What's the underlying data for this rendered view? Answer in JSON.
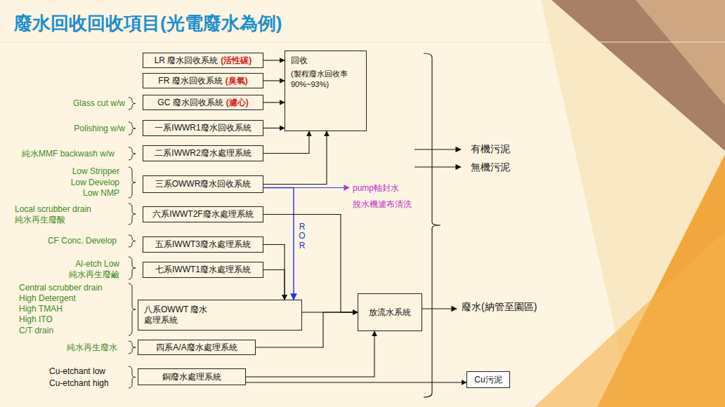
{
  "diagram": {
    "title": "廢水回收回收項目(光電廢水為例)",
    "nodes": [
      {
        "text": [
          "LR 廢水回收系統",
          "(活性碳)"
        ]
      },
      {
        "text": [
          "FR 廢水回收系統",
          "(臭氧)"
        ]
      },
      {
        "text": [
          "GC 廢水回收系統",
          "(濾心)"
        ]
      },
      {
        "text": [
          "一系IWWR1廢水回收系統"
        ]
      },
      {
        "text": [
          "二系IWWR2廢水處理系統"
        ]
      },
      {
        "text": [
          "三系OWWR廢水回收系統"
        ]
      },
      {
        "text": [
          "六系IWWT2F廢水處理系統"
        ]
      },
      {
        "text": [
          "五系IWWT3廢水處理系統"
        ]
      },
      {
        "text": [
          "七系IWWT1廢水處理系統"
        ]
      },
      {
        "text": [
          "八系OWWT 廢水處理系統"
        ]
      },
      {
        "text": [
          "四系A/A廢水處理系統"
        ]
      },
      {
        "text": [
          "銅廢水處理系統"
        ]
      },
      {
        "text": [
          "回收",
          "(製程廢水回收率 90%~93%)"
        ]
      },
      {
        "text": [
          "放流水系統"
        ]
      },
      {
        "text": [
          "Cu污泥"
        ]
      }
    ],
    "edges": [
      {
        "from": 0,
        "to": 12,
        "arrow": "to"
      },
      {
        "from": 1,
        "to": 12,
        "arrow": "to"
      },
      {
        "from": 2,
        "to": 12,
        "arrow": "to"
      },
      {
        "from": 3,
        "to": 12,
        "arrow": "to"
      },
      {
        "from": 4,
        "to": 12,
        "arrow": "to"
      },
      {
        "from": 5,
        "to": 12,
        "arrow": "to"
      },
      {
        "from": 5,
        "to": 9,
        "label": "ROR",
        "arrow": "to"
      },
      {
        "from": 7,
        "to": 9,
        "arrow": "to"
      },
      {
        "from": 8,
        "to": 9,
        "arrow": "to"
      },
      {
        "from": 6,
        "to": 13,
        "arrow": "to"
      },
      {
        "from": 9,
        "to": 13,
        "arrow": "to"
      },
      {
        "from": 10,
        "to": 13,
        "arrow": "to"
      },
      {
        "from": 11,
        "to": 13,
        "arrow": "to"
      },
      {
        "from": 11,
        "to": 14,
        "arrow": "to"
      }
    ],
    "labels": [
      "Glass cut w/w",
      "Polishing w/w",
      "純水MMF backwash w/w",
      "Low Stripper",
      "Low Develop",
      "Low NMP",
      "Local scrubber drain",
      "純水再生廢酸",
      "CF Conc. Develop",
      "Al-etch Low",
      "純水再生廢鹼",
      "Central scrubber drain",
      "High Detergent",
      "High TMAH",
      "High ITO",
      "C/T drain",
      "純水再生廢水",
      "Cu-etchant low",
      "Cu-etchant high",
      "有機污泥",
      "無機污泥",
      "pump軸封水",
      "脫水機濾布清洗",
      "廢水(納管至園區)"
    ]
  }
}
